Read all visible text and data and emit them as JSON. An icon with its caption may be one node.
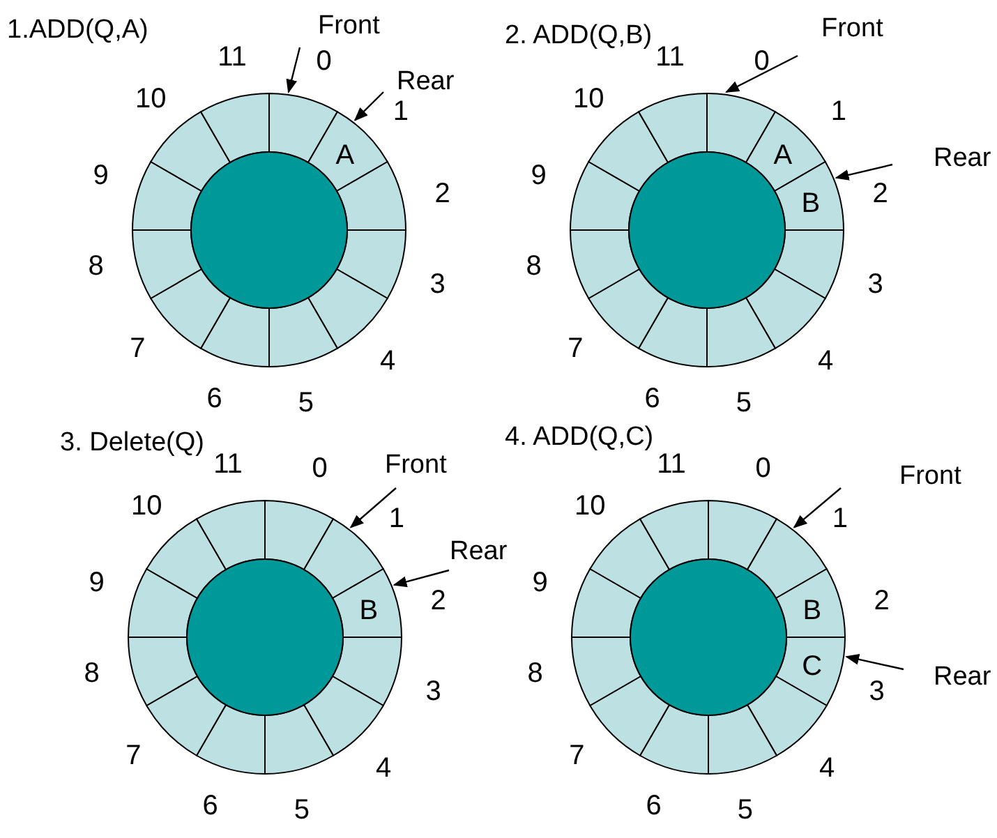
{
  "diagram": {
    "nodes": [
      {
        "text": [
          "Front"
        ]
      },
      {
        "text": [
          "Rear"
        ]
      },
      {
        "text": [],
        "shape": "segment"
      },
      {
        "text": [
          "A"
        ]
      },
      {
        "text": [],
        "shape": "segment"
      },
      {
        "text": [],
        "shape": "segment"
      },
      {
        "text": [],
        "shape": "segment"
      },
      {
        "text": [],
        "shape": "segment"
      },
      {
        "text": [],
        "shape": "segment"
      },
      {
        "text": [],
        "shape": "segment"
      },
      {
        "text": [],
        "shape": "segment"
      },
      {
        "text": [],
        "shape": "segment"
      },
      {
        "text": [],
        "shape": "segment"
      },
      {
        "text": [],
        "shape": "segment"
      },
      {
        "text": [
          "Front"
        ]
      },
      {
        "text": [
          "Rear"
        ]
      },
      {
        "text": [],
        "shape": "segment"
      },
      {
        "text": [
          "A"
        ]
      },
      {
        "text": [
          "B"
        ]
      },
      {
        "text": [],
        "shape": "segment"
      },
      {
        "text": [],
        "shape": "segment"
      },
      {
        "text": [],
        "shape": "segment"
      },
      {
        "text": [],
        "shape": "segment"
      },
      {
        "text": [],
        "shape": "segment"
      },
      {
        "text": [],
        "shape": "segment"
      },
      {
        "text": [],
        "shape": "segment"
      },
      {
        "text": [],
        "shape": "segment"
      },
      {
        "text": [],
        "shape": "segment"
      },
      {
        "text": [
          "Front"
        ]
      },
      {
        "text": [
          "Rear"
        ]
      },
      {
        "text": [],
        "shape": "segment"
      },
      {
        "text": [],
        "shape": "segment"
      },
      {
        "text": [
          "B"
        ]
      },
      {
        "text": [],
        "shape": "segment"
      },
      {
        "text": [],
        "shape": "segment"
      },
      {
        "text": [],
        "shape": "segment"
      },
      {
        "text": [],
        "shape": "segment"
      },
      {
        "text": [],
        "shape": "segment"
      },
      {
        "text": [],
        "shape": "segment"
      },
      {
        "text": [],
        "shape": "segment"
      },
      {
        "text": [],
        "shape": "segment"
      },
      {
        "text": [],
        "shape": "segment"
      },
      {
        "text": [
          "Front"
        ]
      },
      {
        "text": [
          "Rear"
        ]
      },
      {
        "text": [],
        "shape": "segment"
      },
      {
        "text": [],
        "shape": "segment"
      },
      {
        "text": [
          "B"
        ]
      },
      {
        "text": [
          "C"
        ]
      },
      {
        "text": [],
        "shape": "segment"
      },
      {
        "text": [],
        "shape": "segment"
      },
      {
        "text": [],
        "shape": "segment"
      },
      {
        "text": [],
        "shape": "segment"
      },
      {
        "text": [],
        "shape": "segment"
      },
      {
        "text": [],
        "shape": "segment"
      },
      {
        "text": [],
        "shape": "segment"
      },
      {
        "text": [],
        "shape": "segment"
      },
      {
        "text": [],
        "shape": "circle"
      },
      {
        "text": [],
        "shape": "circle"
      },
      {
        "text": [],
        "shape": "circle"
      },
      {
        "text": [],
        "shape": "circle"
      }
    ],
    "edges": [
      {
        "from": 0,
        "to": 2,
        "arrow": "to"
      },
      {
        "from": 1,
        "to": 3,
        "arrow": "to"
      },
      {
        "from": 14,
        "to": 16,
        "arrow": "to"
      },
      {
        "from": 15,
        "to": 18,
        "arrow": "to"
      },
      {
        "from": 28,
        "to": 31,
        "arrow": "to"
      },
      {
        "from": 29,
        "to": 32,
        "arrow": "to"
      },
      {
        "from": 42,
        "to": 45,
        "arrow": "to"
      },
      {
        "from": 43,
        "to": 47,
        "arrow": "to"
      }
    ],
    "labels": [
      "1.ADD(Q,A)",
      "0",
      "1",
      "2",
      "3",
      "4",
      "5",
      "6",
      "7",
      "8",
      "9",
      "10",
      "11",
      "2. ADD(Q,B)",
      "0",
      "1",
      "2",
      "3",
      "4",
      "5",
      "6",
      "7",
      "8",
      "9",
      "10",
      "11",
      "3. Delete(Q)",
      "0",
      "1",
      "2",
      "3",
      "4",
      "5",
      "6",
      "7",
      "8",
      "9",
      "10",
      "11",
      "4. ADD(Q,C)",
      "0",
      "1",
      "2",
      "3",
      "4",
      "5",
      "6",
      "7",
      "8",
      "9",
      "10",
      "11"
    ]
  }
}
